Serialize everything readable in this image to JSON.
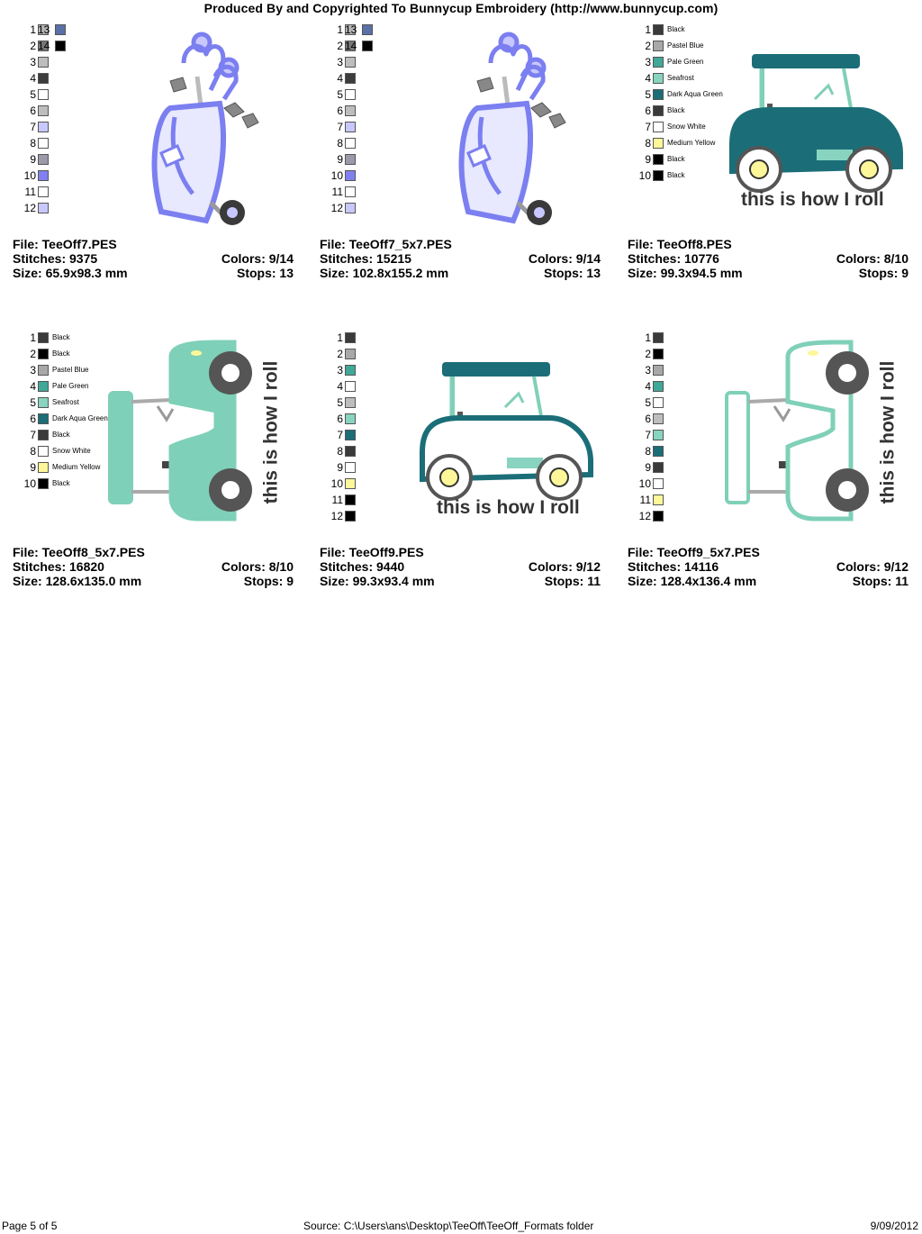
{
  "header": "Produced By and Copyrighted To Bunnycup Embroidery (http://www.bunnycup.com)",
  "footer": {
    "page": "Page 5 of 5",
    "source": "Source: C:\\Users\\ans\\Desktop\\TeeOff\\TeeOff_Formats folder",
    "date": "9/09/2012"
  },
  "colors": {
    "periwinkle": "#7b7ff0",
    "teal": "#1b6e78",
    "mint": "#7fd0b8",
    "grey": "#a8a8a8",
    "dark": "#3a3a3a",
    "yellow": "#fdf79a"
  },
  "designs": [
    {
      "file": "File: TeeOff7.PES",
      "stitches": "Stitches: 9375",
      "colors": "Colors: 9/14",
      "size": "Size: 65.9x98.3 mm",
      "stops": "Stops: 13",
      "art": "golf-bag",
      "palette": [
        {
          "n": "1",
          "c": "#b4b4b4"
        },
        {
          "n": "2",
          "c": "#777777"
        },
        {
          "n": "3",
          "c": "#bdbdbd"
        },
        {
          "n": "4",
          "c": "#3c3c3c"
        },
        {
          "n": "5",
          "c": "#ffffff"
        },
        {
          "n": "6",
          "c": "#bdbdbd"
        },
        {
          "n": "7",
          "c": "#c8c8ff"
        },
        {
          "n": "8",
          "c": "#ffffff"
        },
        {
          "n": "9",
          "c": "#9a9aaa"
        },
        {
          "n": "10",
          "c": "#8080f0"
        },
        {
          "n": "11",
          "c": "#ffffff"
        },
        {
          "n": "12",
          "c": "#c8c8ff"
        }
      ],
      "palette2": [
        {
          "n": "13",
          "c": "#5a70a8"
        },
        {
          "n": "14",
          "c": "#000000"
        }
      ]
    },
    {
      "file": "File: TeeOff7_5x7.PES",
      "stitches": "Stitches: 15215",
      "colors": "Colors: 9/14",
      "size": "Size: 102.8x155.2 mm",
      "stops": "Stops: 13",
      "art": "golf-bag",
      "palette": [
        {
          "n": "1",
          "c": "#b4b4b4"
        },
        {
          "n": "2",
          "c": "#777777"
        },
        {
          "n": "3",
          "c": "#bdbdbd"
        },
        {
          "n": "4",
          "c": "#3c3c3c"
        },
        {
          "n": "5",
          "c": "#ffffff"
        },
        {
          "n": "6",
          "c": "#bdbdbd"
        },
        {
          "n": "7",
          "c": "#c8c8ff"
        },
        {
          "n": "8",
          "c": "#ffffff"
        },
        {
          "n": "9",
          "c": "#9a9aaa"
        },
        {
          "n": "10",
          "c": "#8080f0"
        },
        {
          "n": "11",
          "c": "#ffffff"
        },
        {
          "n": "12",
          "c": "#c8c8ff"
        }
      ],
      "palette2": [
        {
          "n": "13",
          "c": "#5a70a8"
        },
        {
          "n": "14",
          "c": "#000000"
        }
      ]
    },
    {
      "file": "File: TeeOff8.PES",
      "stitches": "Stitches: 10776",
      "colors": "Colors: 8/10",
      "size": "Size: 99.3x94.5 mm",
      "stops": "Stops: 9",
      "art": "cart",
      "caption": "this is how I roll",
      "palette": [
        {
          "n": "1",
          "c": "#3a3a3a",
          "name": "Black"
        },
        {
          "n": "2",
          "c": "#a8a8a8",
          "name": "Pastel Blue"
        },
        {
          "n": "3",
          "c": "#40a898",
          "name": "Pale Green"
        },
        {
          "n": "4",
          "c": "#88d4c0",
          "name": "Seafrost"
        },
        {
          "n": "5",
          "c": "#1b6e78",
          "name": "Dark Aqua Green"
        },
        {
          "n": "6",
          "c": "#3a3a3a",
          "name": "Black"
        },
        {
          "n": "7",
          "c": "#ffffff",
          "name": "Snow White"
        },
        {
          "n": "8",
          "c": "#fdf79a",
          "name": "Medium Yellow"
        },
        {
          "n": "9",
          "c": "#000000",
          "name": "Black"
        },
        {
          "n": "10",
          "c": "#000000",
          "name": "Black"
        }
      ]
    },
    {
      "file": "File: TeeOff8_5x7.PES",
      "stitches": "Stitches: 16820",
      "colors": "Colors: 8/10",
      "size": "Size: 128.6x135.0 mm",
      "stops": "Stops: 9",
      "art": "cart-rotated",
      "caption": "this is how I roll",
      "palette": [
        {
          "n": "1",
          "c": "#3a3a3a",
          "name": "Black"
        },
        {
          "n": "2",
          "c": "#000000",
          "name": "Black"
        },
        {
          "n": "3",
          "c": "#a8a8a8",
          "name": "Pastel Blue"
        },
        {
          "n": "4",
          "c": "#40a898",
          "name": "Pale Green"
        },
        {
          "n": "5",
          "c": "#88d4c0",
          "name": "Seafrost"
        },
        {
          "n": "6",
          "c": "#1b6e78",
          "name": "Dark Aqua Green"
        },
        {
          "n": "7",
          "c": "#3a3a3a",
          "name": "Black"
        },
        {
          "n": "8",
          "c": "#ffffff",
          "name": "Snow White"
        },
        {
          "n": "9",
          "c": "#fdf79a",
          "name": "Medium Yellow"
        },
        {
          "n": "10",
          "c": "#000000",
          "name": "Black"
        }
      ]
    },
    {
      "file": "File: TeeOff9.PES",
      "stitches": "Stitches: 9440",
      "colors": "Colors: 9/12",
      "size": "Size: 99.3x93.4 mm",
      "stops": "Stops: 11",
      "art": "cart-outline",
      "caption": "this is how I roll",
      "palette": [
        {
          "n": "1",
          "c": "#3a3a3a"
        },
        {
          "n": "2",
          "c": "#a8a8a8"
        },
        {
          "n": "3",
          "c": "#40a898"
        },
        {
          "n": "4",
          "c": "#ffffff"
        },
        {
          "n": "5",
          "c": "#bdbdbd"
        },
        {
          "n": "6",
          "c": "#88d4c0"
        },
        {
          "n": "7",
          "c": "#1b6e78"
        },
        {
          "n": "8",
          "c": "#3a3a3a"
        },
        {
          "n": "9",
          "c": "#ffffff"
        },
        {
          "n": "10",
          "c": "#fdf79a"
        },
        {
          "n": "11",
          "c": "#000000"
        },
        {
          "n": "12",
          "c": "#000000"
        }
      ]
    },
    {
      "file": "File: TeeOff9_5x7.PES",
      "stitches": "Stitches: 14116",
      "colors": "Colors: 9/12",
      "size": "Size: 128.4x136.4 mm",
      "stops": "Stops: 11",
      "art": "cart-outline-rotated",
      "caption": "this is how I roll",
      "palette": [
        {
          "n": "1",
          "c": "#3a3a3a"
        },
        {
          "n": "2",
          "c": "#000000"
        },
        {
          "n": "3",
          "c": "#a8a8a8"
        },
        {
          "n": "4",
          "c": "#40a898"
        },
        {
          "n": "5",
          "c": "#ffffff"
        },
        {
          "n": "6",
          "c": "#bdbdbd"
        },
        {
          "n": "7",
          "c": "#88d4c0"
        },
        {
          "n": "8",
          "c": "#1b6e78"
        },
        {
          "n": "9",
          "c": "#3a3a3a"
        },
        {
          "n": "10",
          "c": "#ffffff"
        },
        {
          "n": "11",
          "c": "#fdf79a"
        },
        {
          "n": "12",
          "c": "#000000"
        }
      ]
    }
  ]
}
